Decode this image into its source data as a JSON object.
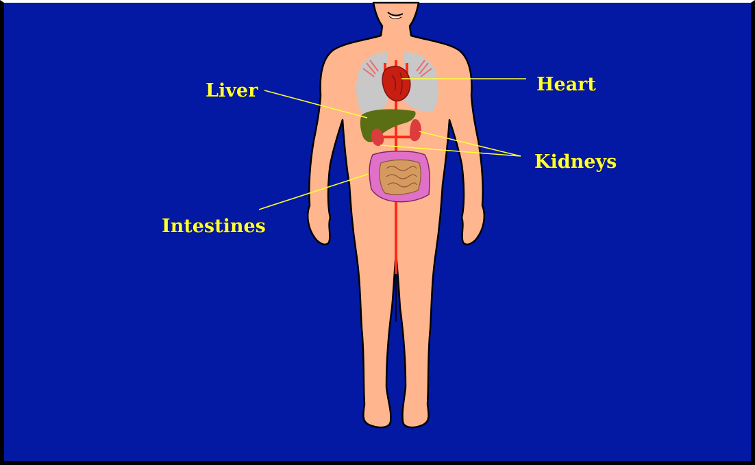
{
  "labels": {
    "liver": "Liver",
    "heart": "Heart",
    "kidneys": "Kidneys",
    "intestines": "Intestines"
  },
  "colors": {
    "background": "#0419a3",
    "label": "#ffff3a",
    "skin": "#ffb58e",
    "lungs": "#c8c8c8",
    "heart": "#c81e12",
    "liver": "#5a6e14",
    "kidneys": "#dc3c3c",
    "intestines_outer": "#e070c8",
    "intestines_inner": "#d69a60",
    "vessels": "#ff2a14"
  }
}
